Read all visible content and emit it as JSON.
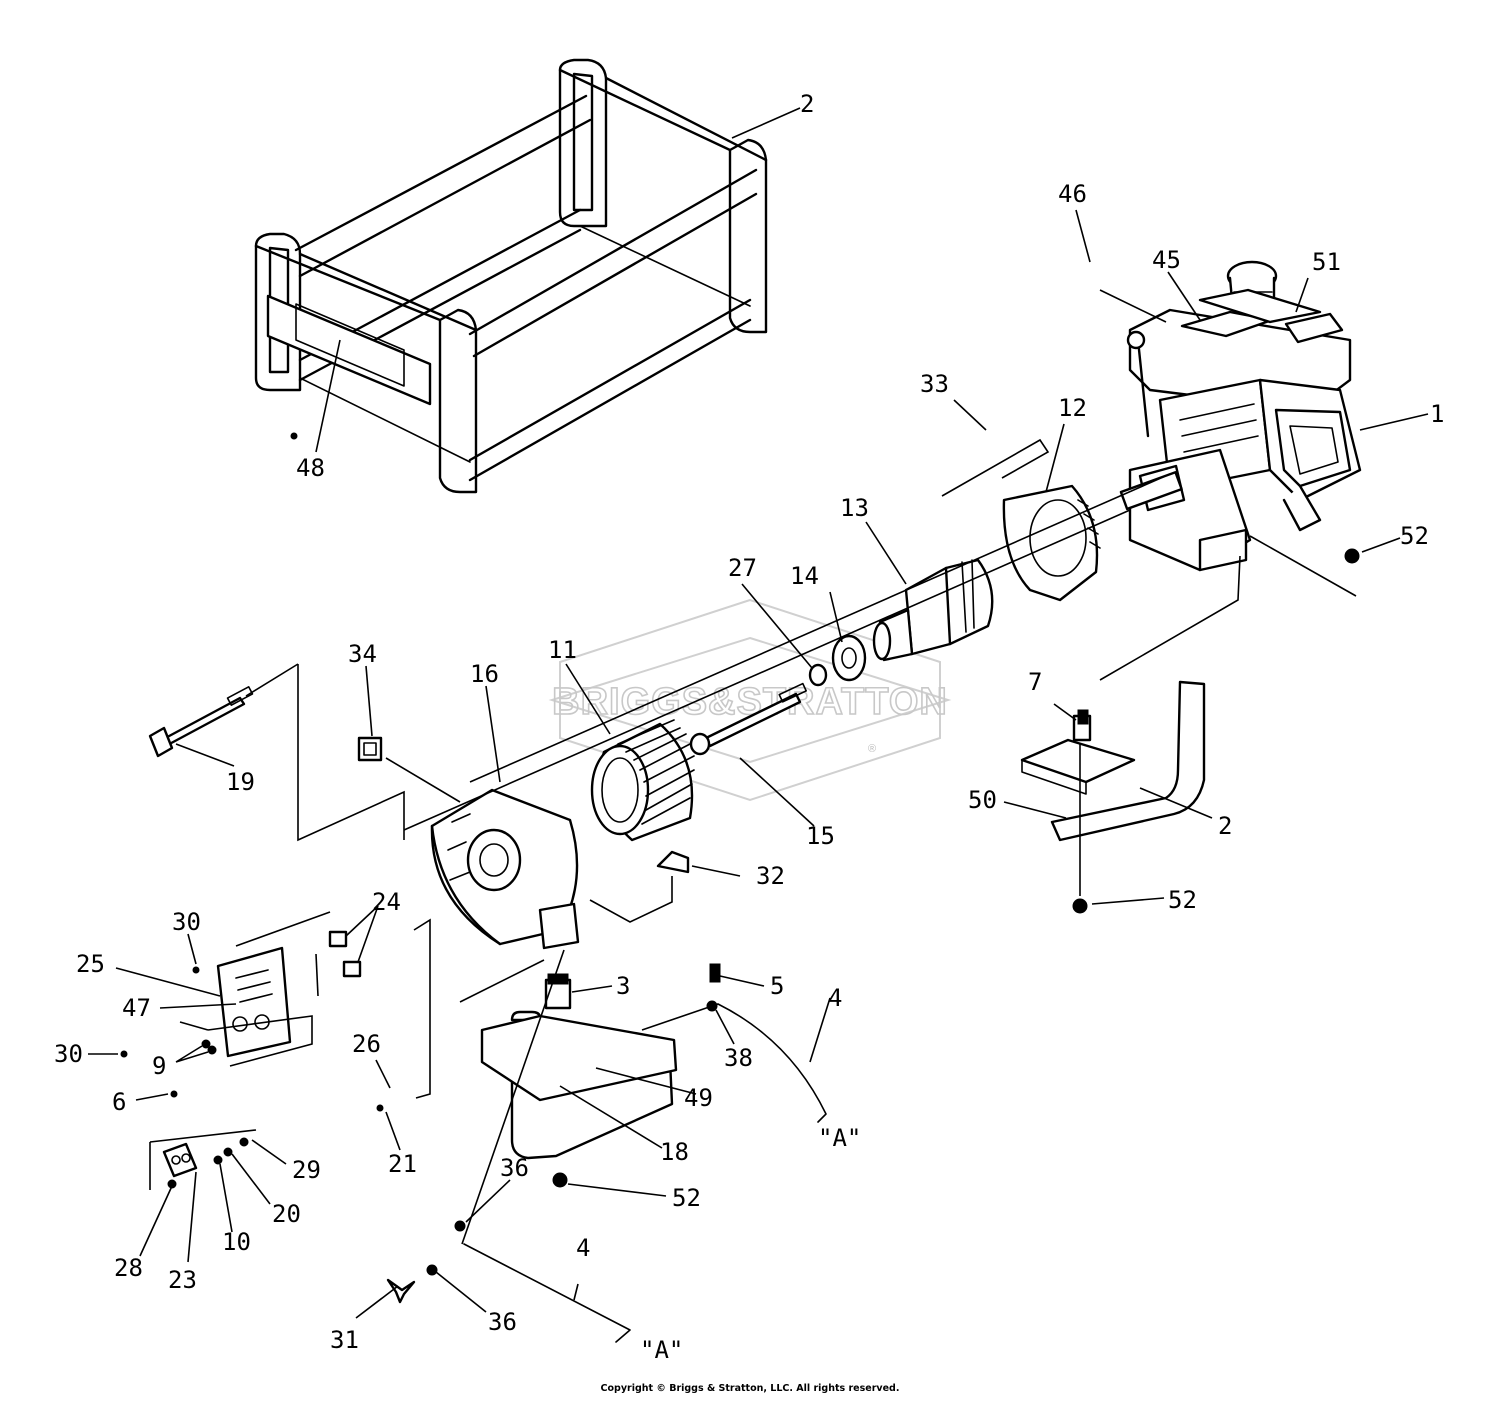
{
  "watermark": {
    "brand_text": "BRIGGS&STRATTON",
    "registered_mark": "®"
  },
  "copyright": "Copyright © Briggs & Stratton, LLC. All rights reserved.",
  "callouts": [
    {
      "id": "c1",
      "label": "1"
    },
    {
      "id": "c2a",
      "label": "2"
    },
    {
      "id": "c2b",
      "label": "2"
    },
    {
      "id": "c3",
      "label": "3"
    },
    {
      "id": "c4a",
      "label": "4"
    },
    {
      "id": "c4b",
      "label": "4"
    },
    {
      "id": "c5",
      "label": "5"
    },
    {
      "id": "c6",
      "label": "6"
    },
    {
      "id": "c7",
      "label": "7"
    },
    {
      "id": "c9",
      "label": "9"
    },
    {
      "id": "c10",
      "label": "10"
    },
    {
      "id": "c11",
      "label": "11"
    },
    {
      "id": "c12",
      "label": "12"
    },
    {
      "id": "c13",
      "label": "13"
    },
    {
      "id": "c14",
      "label": "14"
    },
    {
      "id": "c15",
      "label": "15"
    },
    {
      "id": "c16",
      "label": "16"
    },
    {
      "id": "c18",
      "label": "18"
    },
    {
      "id": "c19",
      "label": "19"
    },
    {
      "id": "c20",
      "label": "20"
    },
    {
      "id": "c21",
      "label": "21"
    },
    {
      "id": "c23",
      "label": "23"
    },
    {
      "id": "c24",
      "label": "24"
    },
    {
      "id": "c25",
      "label": "25"
    },
    {
      "id": "c26",
      "label": "26"
    },
    {
      "id": "c27",
      "label": "27"
    },
    {
      "id": "c28",
      "label": "28"
    },
    {
      "id": "c29",
      "label": "29"
    },
    {
      "id": "c30a",
      "label": "30"
    },
    {
      "id": "c30b",
      "label": "30"
    },
    {
      "id": "c31",
      "label": "31"
    },
    {
      "id": "c32",
      "label": "32"
    },
    {
      "id": "c33",
      "label": "33"
    },
    {
      "id": "c34",
      "label": "34"
    },
    {
      "id": "c36a",
      "label": "36"
    },
    {
      "id": "c36b",
      "label": "36"
    },
    {
      "id": "c38",
      "label": "38"
    },
    {
      "id": "c45",
      "label": "45"
    },
    {
      "id": "c46",
      "label": "46"
    },
    {
      "id": "c47",
      "label": "47"
    },
    {
      "id": "c48",
      "label": "48"
    },
    {
      "id": "c49",
      "label": "49"
    },
    {
      "id": "c50",
      "label": "50"
    },
    {
      "id": "c51",
      "label": "51"
    },
    {
      "id": "c52a",
      "label": "52"
    },
    {
      "id": "c52b",
      "label": "52"
    },
    {
      "id": "c52c",
      "label": "52"
    }
  ],
  "connection_refs": [
    {
      "id": "ra",
      "label": "\"A\""
    },
    {
      "id": "rb",
      "label": "\"A\""
    }
  ]
}
